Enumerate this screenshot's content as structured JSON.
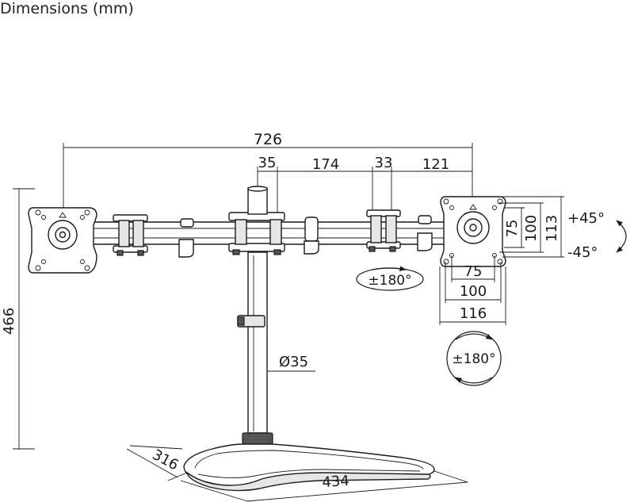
{
  "title": "Dimensions (mm)",
  "dimensions": {
    "overall_width": "726",
    "clamp_width": "35",
    "span_center": "174",
    "clamp_right": "33",
    "span_right": "121",
    "height": "466",
    "pole_diameter": "Ø35",
    "base_depth": "316",
    "base_width": "434",
    "vesa_75_h": "75",
    "vesa_100_h": "100",
    "vesa_113_h": "113",
    "vesa_75_w": "75",
    "vesa_100_w": "100",
    "plate_116_w": "116"
  },
  "rotations": {
    "tilt_up": "+45°",
    "tilt_down": "-45°",
    "swivel_arm": "±180°",
    "rotate_plate": "±180°"
  }
}
